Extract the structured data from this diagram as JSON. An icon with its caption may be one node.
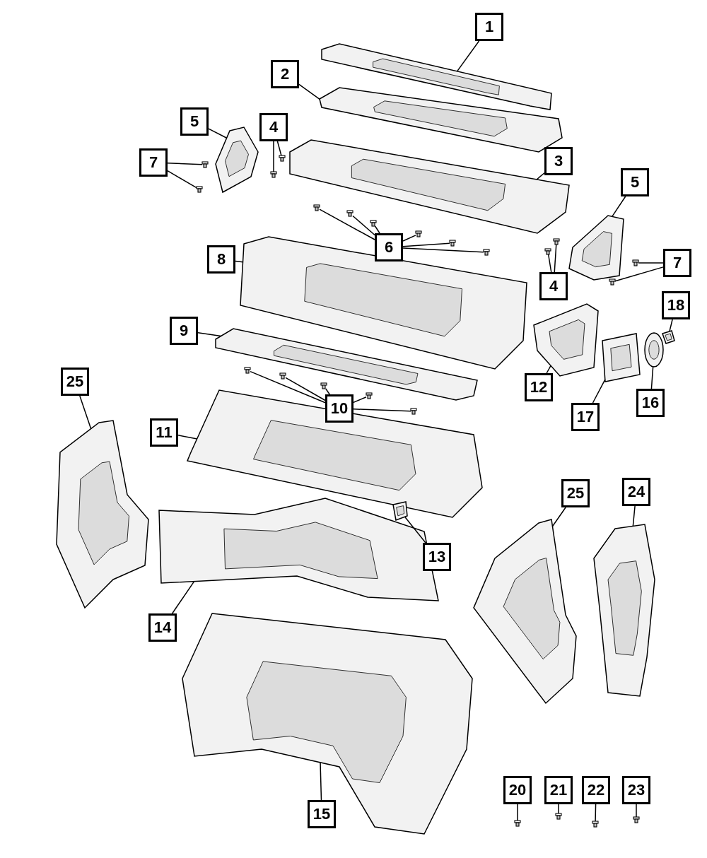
{
  "diagram": {
    "nodes": [
      {
        "text": [
          "1"
        ]
      },
      {
        "text": [
          "2"
        ]
      },
      {
        "text": [
          "5"
        ]
      },
      {
        "text": [
          "4"
        ]
      },
      {
        "text": [
          "7"
        ]
      },
      {
        "text": [
          "3"
        ]
      },
      {
        "text": [
          "5"
        ]
      },
      {
        "text": [
          "6"
        ]
      },
      {
        "text": [
          "8"
        ]
      },
      {
        "text": [
          "4"
        ]
      },
      {
        "text": [
          "7"
        ]
      },
      {
        "text": [
          "18"
        ]
      },
      {
        "text": [
          "9"
        ]
      },
      {
        "text": [
          "12"
        ]
      },
      {
        "text": [
          "10"
        ]
      },
      {
        "text": [
          "17"
        ]
      },
      {
        "text": [
          "16"
        ]
      },
      {
        "text": [
          "25"
        ]
      },
      {
        "text": [
          "11"
        ]
      },
      {
        "text": [
          "25"
        ]
      },
      {
        "text": [
          "24"
        ]
      },
      {
        "text": [
          "13"
        ]
      },
      {
        "text": [
          "14"
        ]
      },
      {
        "text": [
          "15"
        ]
      },
      {
        "text": [
          "20"
        ]
      },
      {
        "text": [
          "21"
        ]
      },
      {
        "text": [
          "22"
        ]
      },
      {
        "text": [
          "23"
        ]
      },
      {
        "text": [],
        "shape": "picture"
      },
      {
        "text": [],
        "shape": "picture"
      },
      {
        "text": [],
        "shape": "picture"
      },
      {
        "text": [],
        "shape": "picture"
      },
      {
        "text": [],
        "shape": "picture"
      },
      {
        "text": [],
        "shape": "picture"
      },
      {
        "text": [],
        "shape": "picture"
      },
      {
        "text": [],
        "shape": "picture"
      },
      {
        "text": [],
        "shape": "picture"
      },
      {
        "text": [],
        "shape": "picture"
      },
      {
        "text": [],
        "shape": "picture"
      },
      {
        "text": [],
        "shape": "picture"
      },
      {
        "text": [],
        "shape": "picture"
      },
      {
        "text": [],
        "shape": "picture"
      },
      {
        "text": [],
        "shape": "picture"
      },
      {
        "text": [],
        "shape": "picture"
      },
      {
        "text": [],
        "shape": "picture"
      },
      {
        "text": [],
        "shape": "picture"
      },
      {
        "text": [],
        "shape": "picture"
      },
      {
        "text": [],
        "shape": "picture"
      },
      {
        "text": [],
        "shape": "picture"
      },
      {
        "text": [],
        "shape": "picture"
      },
      {
        "text": [],
        "shape": "picture"
      },
      {
        "text": [],
        "shape": "picture"
      },
      {
        "text": [],
        "shape": "picture"
      },
      {
        "text": [],
        "shape": "picture"
      },
      {
        "text": [],
        "shape": "picture"
      },
      {
        "text": [],
        "shape": "picture"
      },
      {
        "text": [],
        "shape": "picture"
      },
      {
        "text": [],
        "shape": "picture"
      },
      {
        "text": [],
        "shape": "picture"
      },
      {
        "text": [],
        "shape": "picture"
      },
      {
        "text": [],
        "shape": "picture"
      },
      {
        "text": [],
        "shape": "picture"
      },
      {
        "text": [],
        "shape": "picture"
      },
      {
        "text": [],
        "shape": "picture"
      },
      {
        "text": [],
        "shape": "picture"
      },
      {
        "text": [],
        "shape": "picture"
      },
      {
        "text": [],
        "shape": "picture"
      },
      {
        "text": [],
        "shape": "picture"
      },
      {
        "text": [],
        "shape": "picture"
      }
    ],
    "edges": [
      {
        "from": 0,
        "to": 28,
        "arrow": "none"
      },
      {
        "from": 1,
        "to": 29,
        "arrow": "none"
      },
      {
        "from": 2,
        "to": 31,
        "arrow": "none"
      },
      {
        "from": 3,
        "to": 46,
        "arrow": "none"
      },
      {
        "from": 3,
        "to": 47,
        "arrow": "none"
      },
      {
        "from": 4,
        "to": 48,
        "arrow": "none"
      },
      {
        "from": 4,
        "to": 49,
        "arrow": "none"
      },
      {
        "from": 5,
        "to": 30,
        "arrow": "none"
      },
      {
        "from": 6,
        "to": 32,
        "arrow": "none"
      },
      {
        "from": 7,
        "to": 50,
        "arrow": "none"
      },
      {
        "from": 7,
        "to": 51,
        "arrow": "none"
      },
      {
        "from": 7,
        "to": 52,
        "arrow": "none"
      },
      {
        "from": 7,
        "to": 53,
        "arrow": "none"
      },
      {
        "from": 7,
        "to": 54,
        "arrow": "none"
      },
      {
        "from": 7,
        "to": 55,
        "arrow": "none"
      },
      {
        "from": 8,
        "to": 33,
        "arrow": "none"
      },
      {
        "from": 9,
        "to": 56,
        "arrow": "none"
      },
      {
        "from": 9,
        "to": 57,
        "arrow": "none"
      },
      {
        "from": 10,
        "to": 58,
        "arrow": "none"
      },
      {
        "from": 10,
        "to": 59,
        "arrow": "none"
      },
      {
        "from": 11,
        "to": 39,
        "arrow": "none"
      },
      {
        "from": 12,
        "to": 34,
        "arrow": "none"
      },
      {
        "from": 13,
        "to": 36,
        "arrow": "none"
      },
      {
        "from": 14,
        "to": 60,
        "arrow": "none"
      },
      {
        "from": 14,
        "to": 61,
        "arrow": "none"
      },
      {
        "from": 14,
        "to": 62,
        "arrow": "none"
      },
      {
        "from": 14,
        "to": 63,
        "arrow": "none"
      },
      {
        "from": 14,
        "to": 64,
        "arrow": "none"
      },
      {
        "from": 15,
        "to": 37,
        "arrow": "none"
      },
      {
        "from": 16,
        "to": 38,
        "arrow": "none"
      },
      {
        "from": 17,
        "to": 40,
        "arrow": "none"
      },
      {
        "from": 18,
        "to": 35,
        "arrow": "none"
      },
      {
        "from": 19,
        "to": 44,
        "arrow": "none"
      },
      {
        "from": 20,
        "to": 45,
        "arrow": "none"
      },
      {
        "from": 21,
        "to": 42,
        "arrow": "none"
      },
      {
        "from": 22,
        "to": 41,
        "arrow": "none"
      },
      {
        "from": 23,
        "to": 43,
        "arrow": "none"
      },
      {
        "from": 24,
        "to": 65,
        "arrow": "none"
      },
      {
        "from": 25,
        "to": 66,
        "arrow": "none"
      },
      {
        "from": 26,
        "to": 67,
        "arrow": "none"
      },
      {
        "from": 27,
        "to": 68,
        "arrow": "none"
      }
    ]
  }
}
